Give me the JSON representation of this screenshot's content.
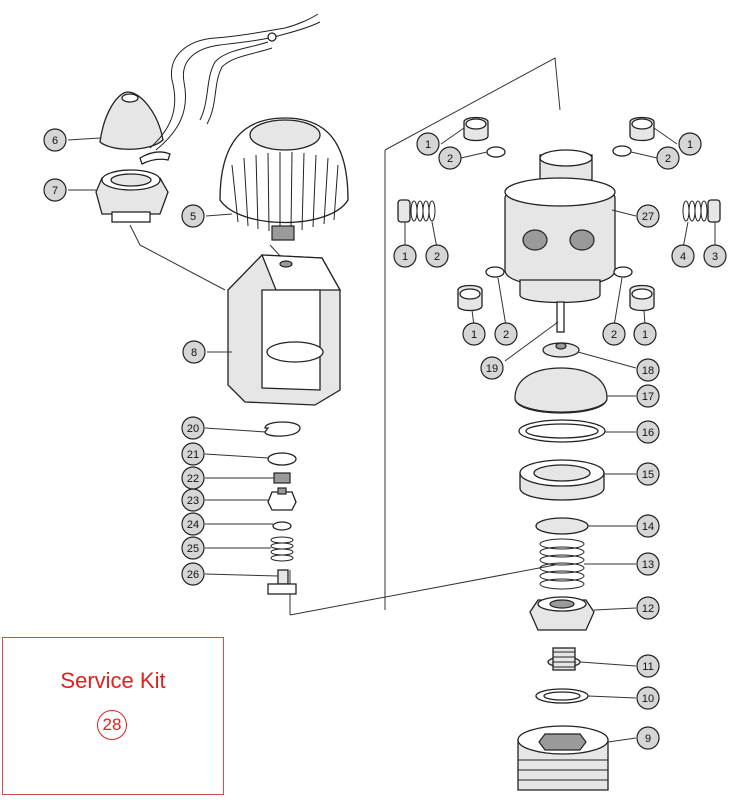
{
  "callouts": [
    {
      "id": "c6",
      "label": "6"
    },
    {
      "id": "c7",
      "label": "7"
    },
    {
      "id": "c5",
      "label": "5"
    },
    {
      "id": "c8",
      "label": "8"
    },
    {
      "id": "c20",
      "label": "20"
    },
    {
      "id": "c21",
      "label": "21"
    },
    {
      "id": "c22",
      "label": "22"
    },
    {
      "id": "c23",
      "label": "23"
    },
    {
      "id": "c24",
      "label": "24"
    },
    {
      "id": "c25",
      "label": "25"
    },
    {
      "id": "c26",
      "label": "26"
    },
    {
      "id": "c1a",
      "label": "1"
    },
    {
      "id": "c2a",
      "label": "2"
    },
    {
      "id": "c1b",
      "label": "1"
    },
    {
      "id": "c2b",
      "label": "2"
    },
    {
      "id": "c1c",
      "label": "1"
    },
    {
      "id": "c2c",
      "label": "2"
    },
    {
      "id": "c27",
      "label": "27"
    },
    {
      "id": "c4",
      "label": "4"
    },
    {
      "id": "c3",
      "label": "3"
    },
    {
      "id": "c1d",
      "label": "1"
    },
    {
      "id": "c2d",
      "label": "2"
    },
    {
      "id": "c2e",
      "label": "2"
    },
    {
      "id": "c1e",
      "label": "1"
    },
    {
      "id": "c19",
      "label": "19"
    },
    {
      "id": "c18",
      "label": "18"
    },
    {
      "id": "c17",
      "label": "17"
    },
    {
      "id": "c16",
      "label": "16"
    },
    {
      "id": "c15",
      "label": "15"
    },
    {
      "id": "c14",
      "label": "14"
    },
    {
      "id": "c13",
      "label": "13"
    },
    {
      "id": "c12",
      "label": "12"
    },
    {
      "id": "c11",
      "label": "11"
    },
    {
      "id": "c10",
      "label": "10"
    },
    {
      "id": "c9",
      "label": "9"
    }
  ],
  "service_kit": {
    "title": "Service Kit",
    "number": "28"
  },
  "colors": {
    "callout_fill": "#d6d6d6",
    "line": "#222222",
    "kit_red": "#e02020"
  }
}
